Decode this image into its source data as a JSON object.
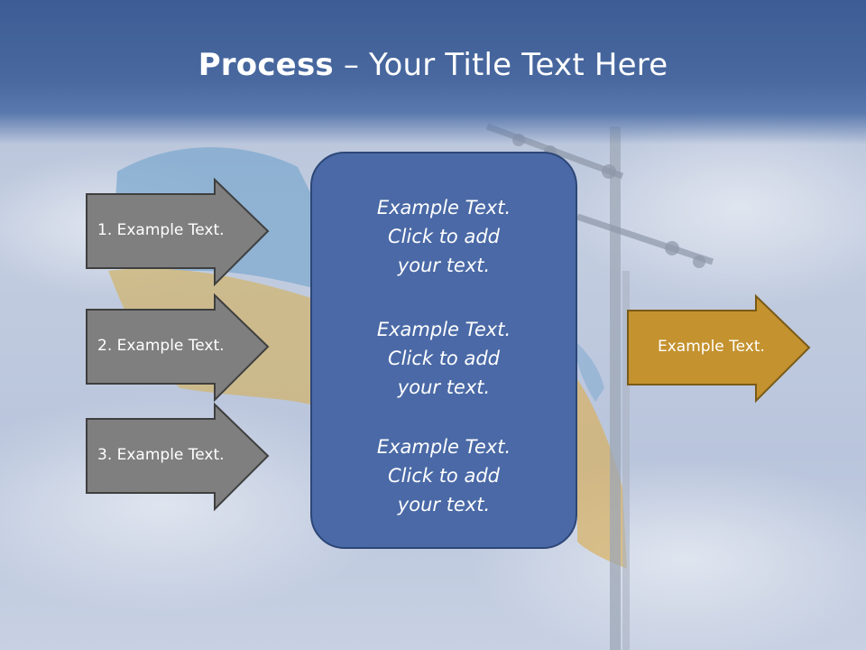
{
  "slide": {
    "title_bold": "Process",
    "title_rest": " – Your Title Text Here"
  },
  "inputs": [
    {
      "label": "1. Example Text."
    },
    {
      "label": "2. Example Text."
    },
    {
      "label": "3. Example Text."
    }
  ],
  "center": {
    "paragraphs": [
      {
        "line1": "Example Text.",
        "line2": "Click  to add",
        "line3": "your text."
      },
      {
        "line1": "Example Text.",
        "line2": "Click  to add",
        "line3": "your text."
      },
      {
        "line1": "Example Text.",
        "line2": "Click  to add",
        "line3": "your text."
      }
    ]
  },
  "output": {
    "label": "Example Text."
  },
  "colors": {
    "title_band": "#48689f",
    "input_arrow_fill": "#7f7f7f",
    "center_box_fill": "#4a69a6",
    "output_arrow_fill": "#c4922e"
  }
}
